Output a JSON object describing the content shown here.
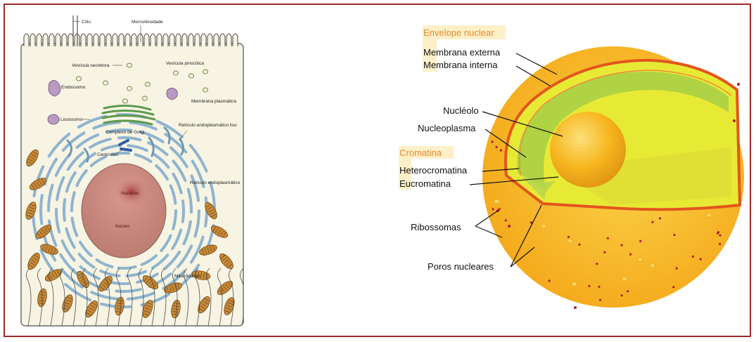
{
  "left_diagram": {
    "labels": {
      "cilio": "Cílio",
      "microvilosidade": "Microvilosidade",
      "vesicula_secretora": "Vesícula secretora",
      "vesicula_pinocitica": "Vesícula pinocítica",
      "endossomo": "Endossomo",
      "membrana_plasmatica": "Membrana plasmática",
      "lisossomo": "Lisossomo",
      "complexo_golgi": "Complexo de Golgi",
      "reticulo_liso": "Retículo endoplasmático liso",
      "centriolos": "Centríolos",
      "nucleolo": "Nucléolo",
      "nucleo": "Núcleo",
      "reticulo_rugoso": "Retículo endoplasmático",
      "mitocondrias": "Mitocôndrias"
    }
  },
  "right_diagram": {
    "labels": {
      "envelope_nuclear": "Envelope nuclear",
      "membrana_externa": "Membrana externa",
      "membrana_interna": "Membrana interna",
      "nucleolo": "Nucléolo",
      "nucleoplasma": "Nucleoplasma",
      "cromatina": "Cromatina",
      "heterocromatina": "Heterocromatina",
      "eucromatina": "Eucromatina",
      "ribossomas": "Ribossomas",
      "poros_nucleares": "Poros nucleares"
    }
  },
  "colors": {
    "frame_border": "#9b2b26",
    "cytoplasm": "#f7f4e3",
    "nucleus": "#c98a83",
    "nucleolus": "#b24b4a",
    "er": "#8eb4cf",
    "mitochondria": "#c88a3a",
    "nucleus_outer": "#f6b51b",
    "nucleoplasm": "#e8ec2c",
    "chromatin": "#a6cf45",
    "membrane": "#e2561d",
    "header_orange": "#e38a2b",
    "header_highlight": "#fdf0c8"
  }
}
